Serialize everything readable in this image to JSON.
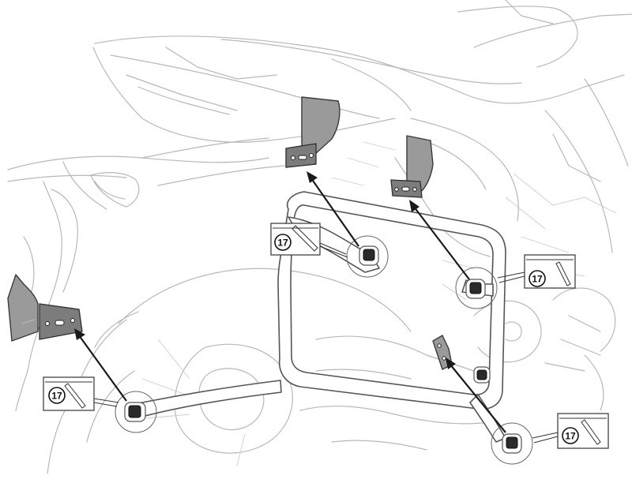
{
  "callouts": [
    {
      "id": "callout-upper-center",
      "number": "17"
    },
    {
      "id": "callout-right",
      "number": "17"
    },
    {
      "id": "callout-lower-left",
      "number": "17"
    },
    {
      "id": "callout-lower-right",
      "number": "17"
    }
  ],
  "colors": {
    "outline": "#b8b8b8",
    "frame": "#555555",
    "bracket": "#9a9a9a",
    "arrow": "#1a1a1a"
  }
}
